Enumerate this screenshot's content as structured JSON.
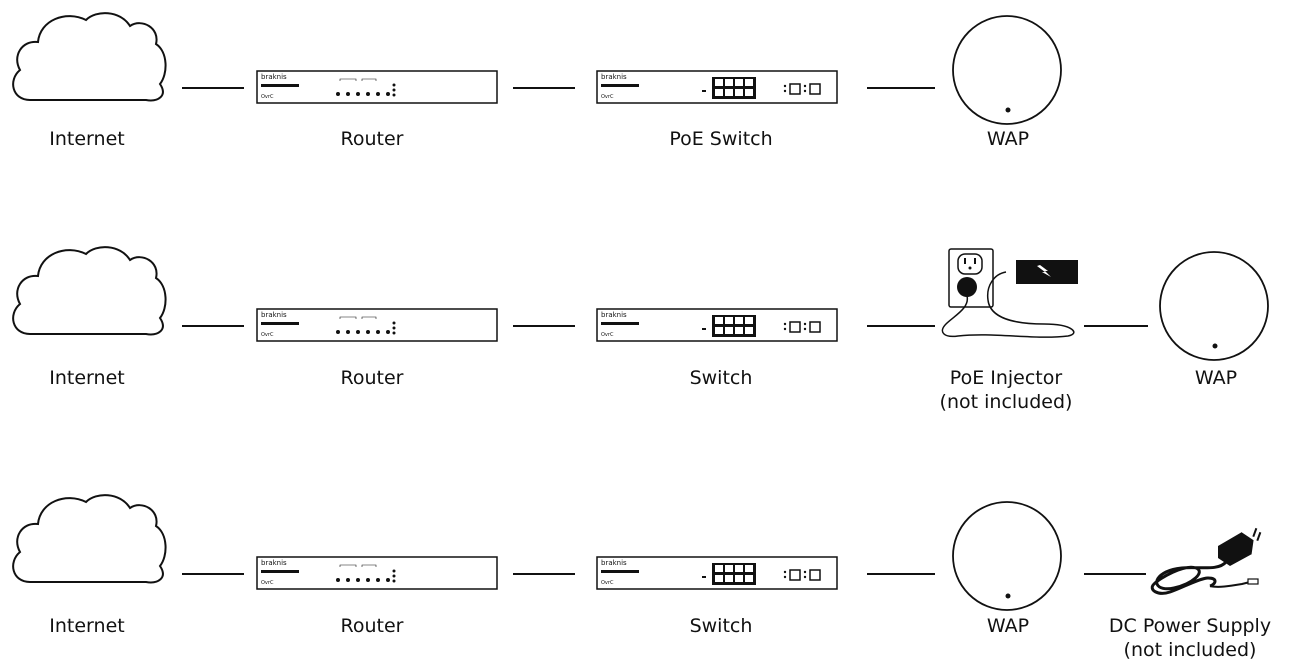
{
  "rows": [
    {
      "internet": "Internet",
      "router": "Router",
      "switch": "PoE Switch",
      "wap": "WAP"
    },
    {
      "internet": "Internet",
      "router": "Router",
      "switch": "Switch",
      "injector_line1": "PoE Injector",
      "injector_line2": "(not included)",
      "wap": "WAP"
    },
    {
      "internet": "Internet",
      "router": "Router",
      "switch": "Switch",
      "wap": "WAP",
      "power_line1": "DC Power Supply",
      "power_line2": "(not included)"
    }
  ],
  "device_brand": "braknis",
  "icons": [
    "cloud-icon",
    "router-icon",
    "switch-icon",
    "wap-icon",
    "poe-injector-icon",
    "dc-power-supply-icon"
  ]
}
